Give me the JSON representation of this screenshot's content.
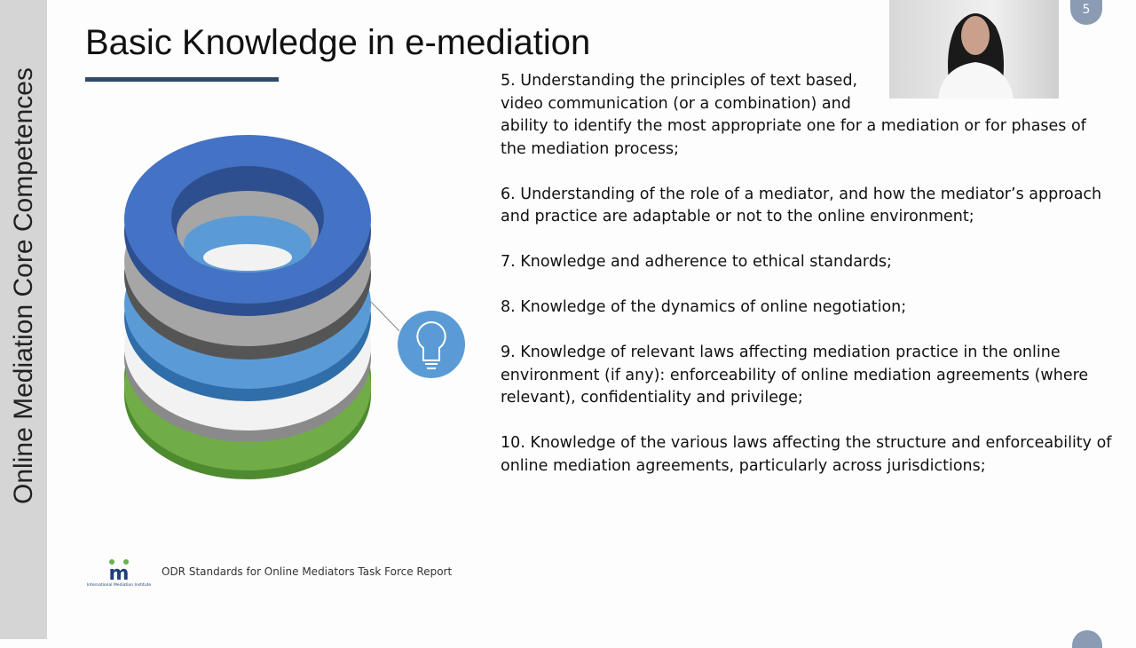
{
  "sidebar": {
    "title": "Online Mediation Core Competences"
  },
  "slide": {
    "title": "Basic Knowledge in e-mediation",
    "page_number": "5",
    "items": [
      "5. Understanding the principles of text based, video communication (or a combination) and ability to identify the most appropriate one for a mediation or for phases of the mediation process;",
      "6. Understanding of the role of a mediator, and how the mediator’s approach and practice are adaptable or not to the online environment;",
      "7. Knowledge and adherence to ethical standards;",
      "8. Knowledge of the dynamics of online negotiation;",
      "9. Knowledge of relevant laws affecting mediation practice in the online environment (if any): enforceability of online mediation agreements (where relevant), confidentiality and privilege;",
      "10. Knowledge of the various laws affecting the structure and enforceability of online mediation agreements, particularly across jurisdictions;"
    ]
  },
  "footer": {
    "text": "ODR Standards for Online Mediators Task Force Report",
    "logo_text": "International Mediation Institute"
  },
  "colors": {
    "blue": "#4472c4",
    "gray": "#a6a6a6",
    "light_blue": "#5b9bd5",
    "white": "#f2f2f2",
    "green": "#70ad47",
    "accent": "#2e4a6b"
  },
  "icons": {
    "bulb": "lightbulb-icon"
  }
}
